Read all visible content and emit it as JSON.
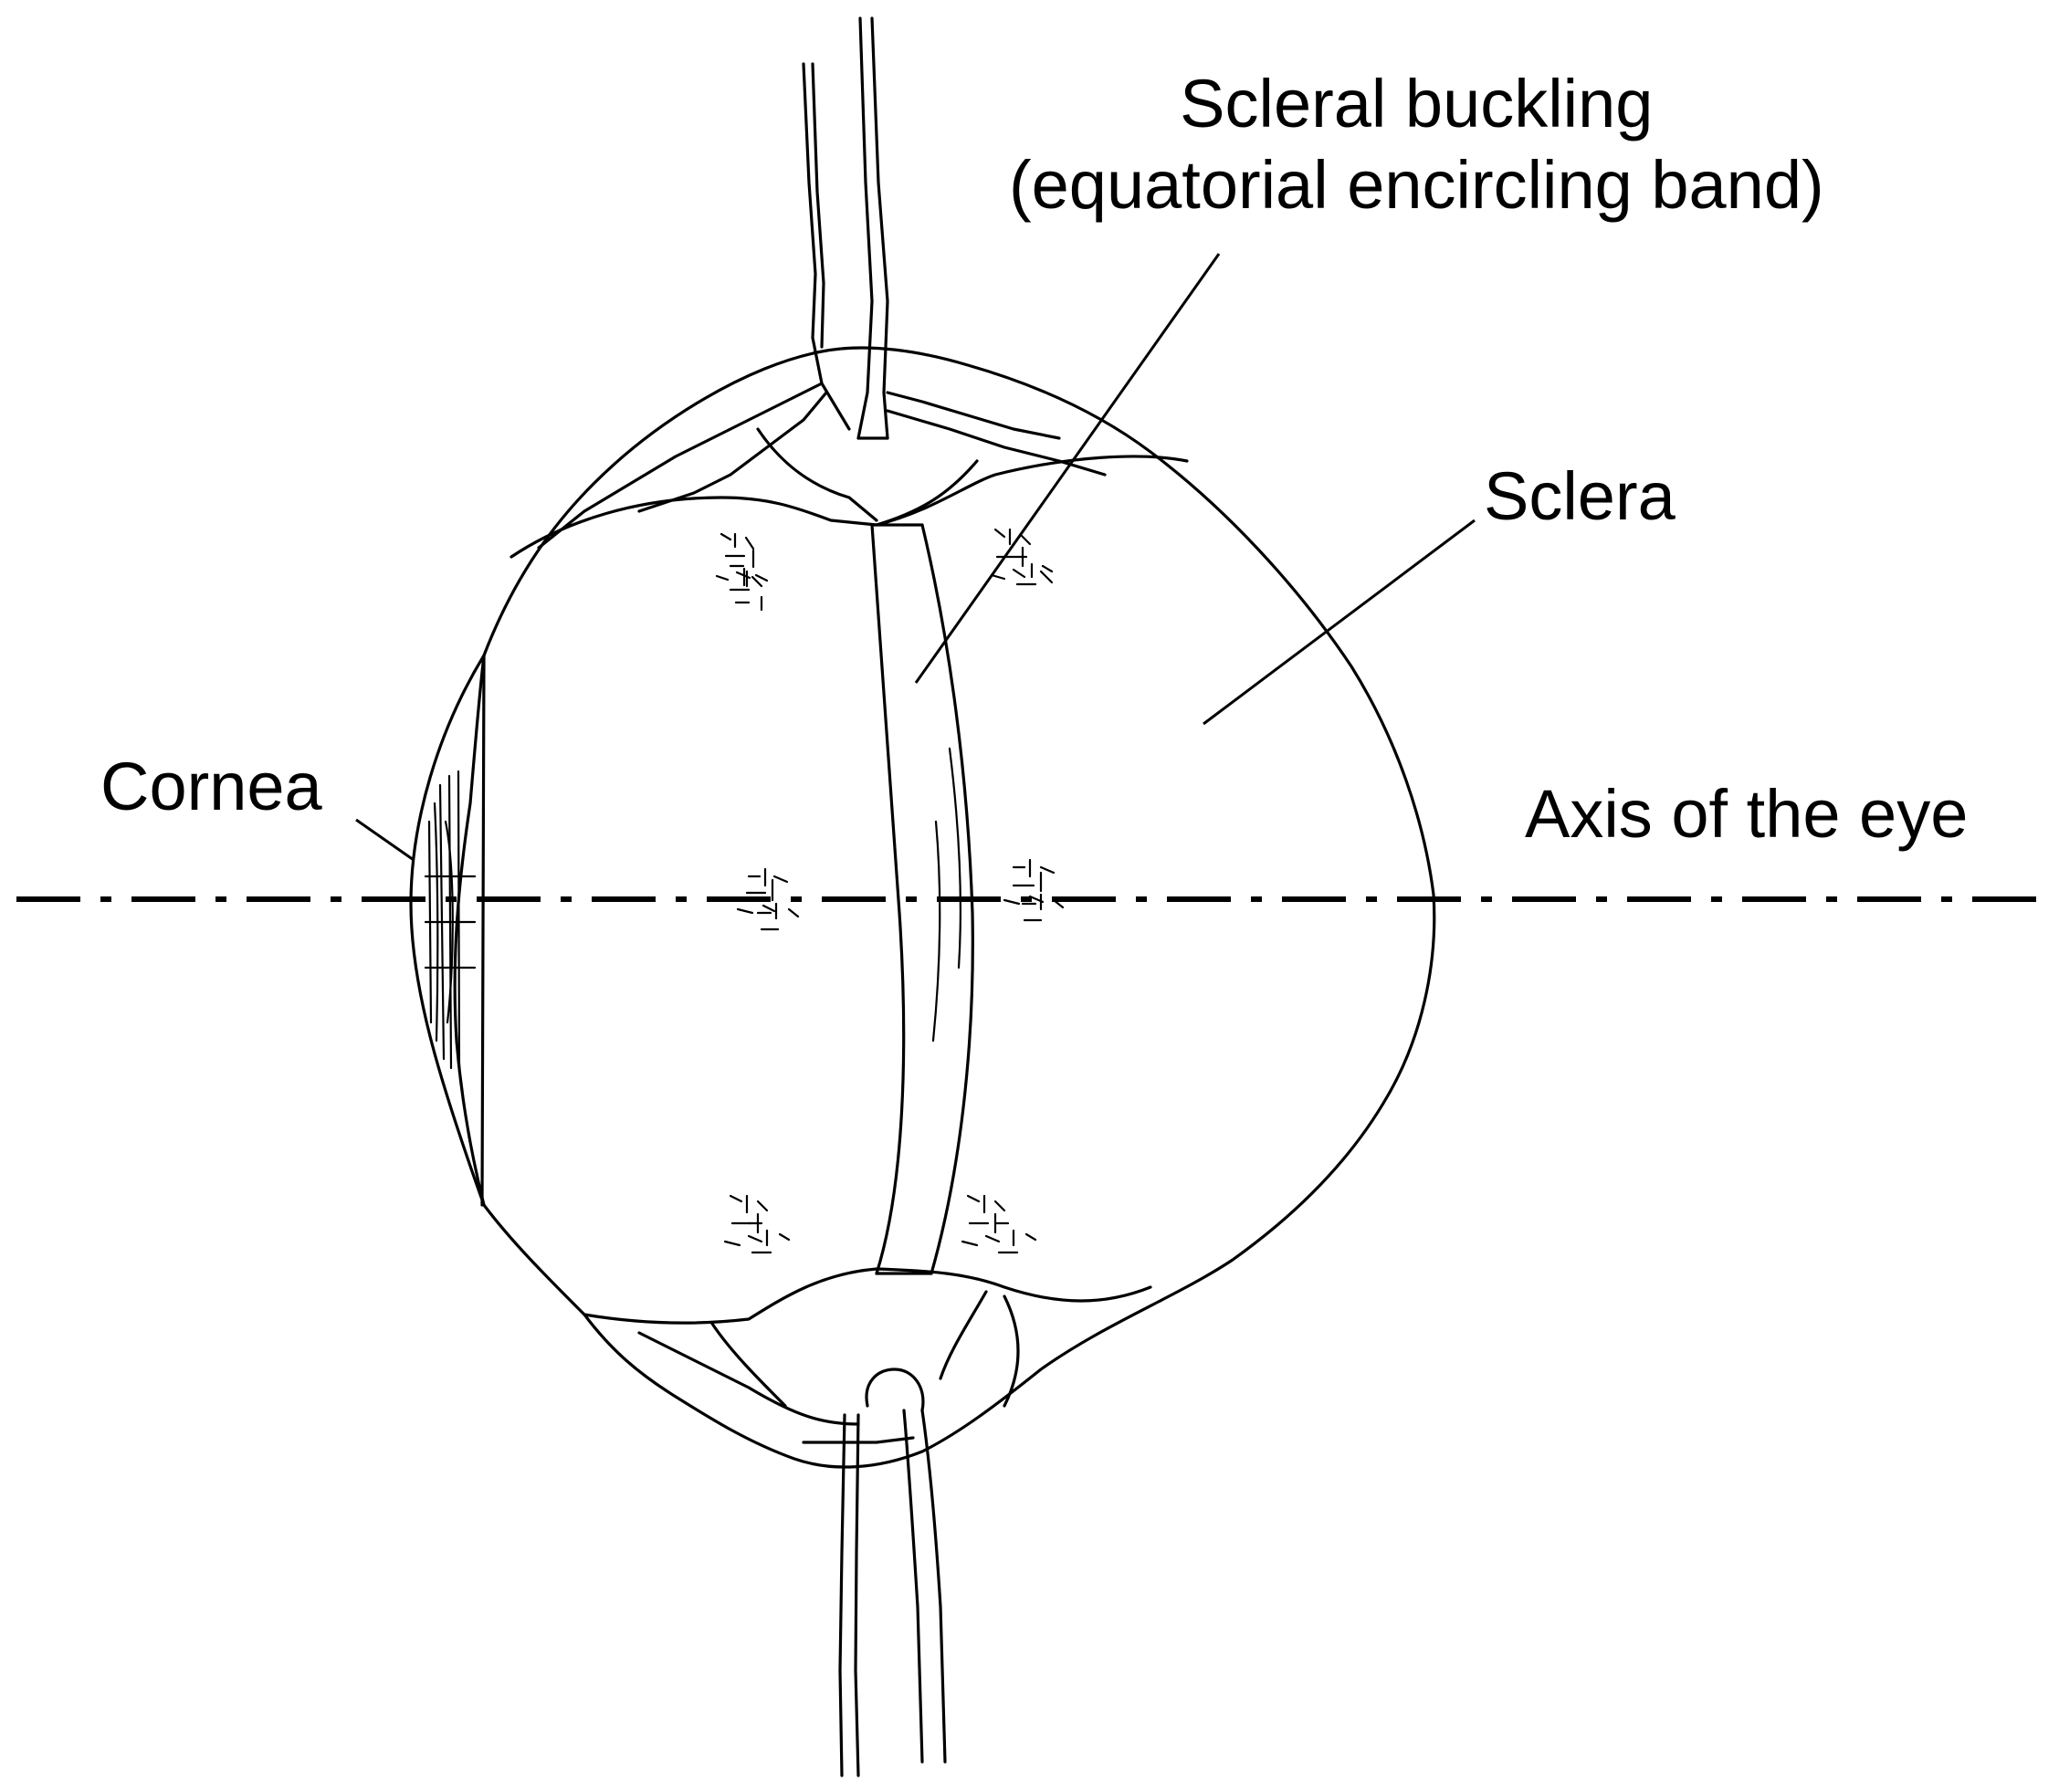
{
  "labels": {
    "buckling_line1": "Scleral buckling",
    "buckling_line2": "(equatorial encircling band)",
    "sclera": "Sclera",
    "cornea": "Cornea",
    "axis": "Axis of the eye"
  },
  "colors": {
    "ink": "#000000",
    "background": "#ffffff"
  }
}
